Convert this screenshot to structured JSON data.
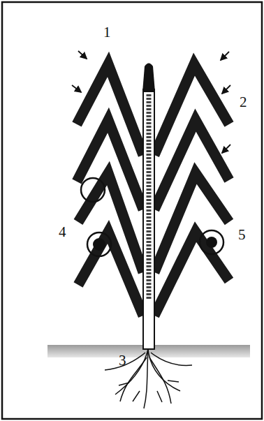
{
  "diagram": {
    "labels": [
      "1",
      "2",
      "4",
      "5",
      "3"
    ]
  }
}
